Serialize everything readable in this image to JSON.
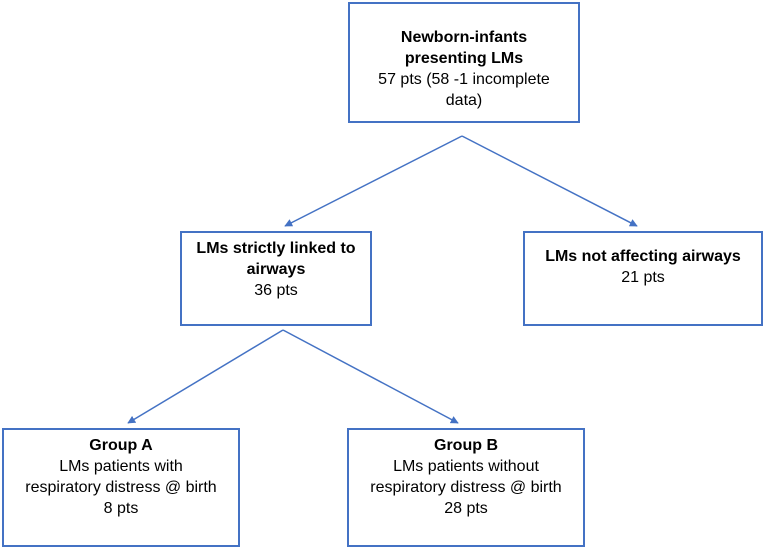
{
  "colors": {
    "box_border": "#4472c4",
    "arrow": "#4472c4",
    "text": "#000000"
  },
  "nodes": {
    "root": {
      "title_lines": [
        "Newborn-infants",
        "presenting LMs"
      ],
      "detail_lines": [
        "57 pts (58 -1 incomplete",
        "data)"
      ]
    },
    "airways": {
      "title_lines": [
        "LMs strictly linked to",
        "airways"
      ],
      "detail_lines": [
        "36 pts"
      ]
    },
    "not_airways": {
      "title_lines": [
        "LMs not affecting airways"
      ],
      "detail_lines": [
        "21 pts"
      ]
    },
    "group_a": {
      "title_lines": [
        "Group A"
      ],
      "detail_lines": [
        "LMs patients with",
        "respiratory distress @ birth",
        "8 pts"
      ]
    },
    "group_b": {
      "title_lines": [
        "Group B"
      ],
      "detail_lines": [
        "LMs patients without",
        "respiratory distress @ birth",
        "28 pts"
      ]
    }
  },
  "edges": [
    {
      "from": "root",
      "to": "airways"
    },
    {
      "from": "root",
      "to": "not_airways"
    },
    {
      "from": "airways",
      "to": "group_a"
    },
    {
      "from": "airways",
      "to": "group_b"
    }
  ]
}
